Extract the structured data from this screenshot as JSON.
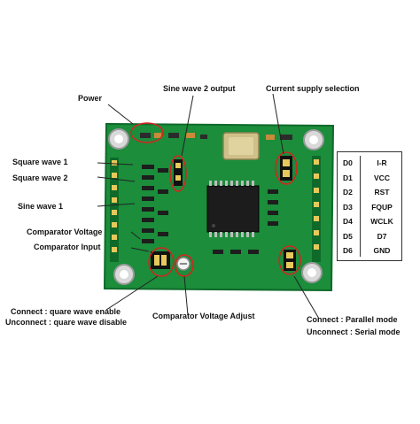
{
  "callouts": {
    "power": "Power",
    "sine_wave_2_output": "Sine wave 2 output",
    "current_supply_selection": "Current supply selection",
    "square_wave_1": "Square wave 1",
    "square_wave_2": "Square wave 2",
    "sine_wave_1": "Sine wave 1",
    "comparator_voltage": "Comparator Voltage",
    "comparator_input": "Comparator Input",
    "connect_square_wave": "Connect : quare wave  enable",
    "unconnect_square_wave": "Unconnect : quare wave disable",
    "comparator_voltage_adjust": "Comparator Voltage Adjust",
    "connect_parallel": "Connect :  Parallel mode",
    "unconnect_serial": "Unconnect :  Serial mode"
  },
  "pin_table": {
    "rows": [
      {
        "pin": "D0",
        "signal": "I-R"
      },
      {
        "pin": "D1",
        "signal": "VCC"
      },
      {
        "pin": "D2",
        "signal": "RST"
      },
      {
        "pin": "D3",
        "signal": "FQUP"
      },
      {
        "pin": "D4",
        "signal": "WCLK"
      },
      {
        "pin": "D5",
        "signal": "D7"
      },
      {
        "pin": "D6",
        "signal": "GND"
      }
    ]
  },
  "board": {
    "colors": {
      "pcb": "#1a8a3a",
      "pcb_dark": "#0f6a2a",
      "silk": "#e8f5e8",
      "annotation_red": "#d8231f",
      "header": "#1a1a1a",
      "chip": "#202020",
      "crystal": "#c9b46a"
    }
  }
}
